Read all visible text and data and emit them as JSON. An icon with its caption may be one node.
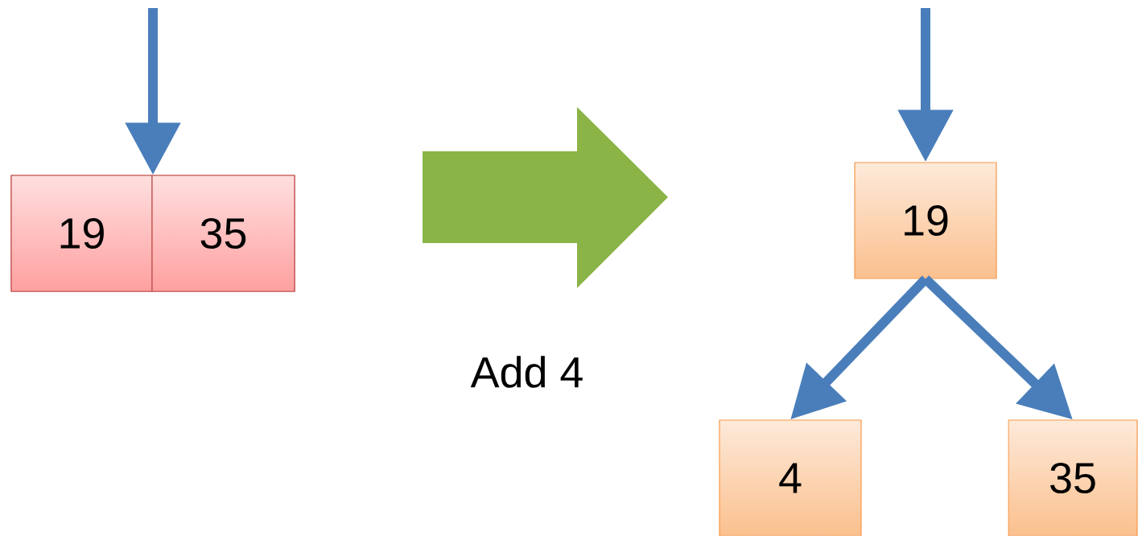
{
  "diagram": {
    "nodes": [
      {
        "text": [],
        "shape": "box"
      },
      {
        "text": [
          "19"
        ],
        "in": 0
      },
      {
        "text": [
          "35"
        ],
        "in": 0
      },
      {
        "text": [
          "19"
        ]
      },
      {
        "text": [
          "4"
        ]
      },
      {
        "text": [
          "35"
        ]
      }
    ],
    "edges": [
      {
        "from": null,
        "to": 0,
        "arrow": "to"
      },
      {
        "from": null,
        "to": 3,
        "arrow": "to"
      },
      {
        "from": 3,
        "to": 4,
        "arrow": "to"
      },
      {
        "from": 3,
        "to": 5,
        "arrow": "to"
      }
    ],
    "labels": [
      "Add 4"
    ]
  }
}
